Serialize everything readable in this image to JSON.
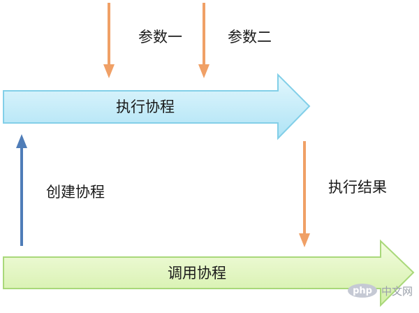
{
  "labels": {
    "param1": "参数一",
    "param2": "参数二",
    "execute_coroutine": "执行协程",
    "create_coroutine": "创建协程",
    "execution_result": "执行结果",
    "call_coroutine": "调用协程"
  },
  "watermark": {
    "logo": "php",
    "site": "中文网"
  },
  "colors": {
    "blue_arrow_light": "#e3f7fd",
    "blue_arrow_dark": "#aee3f5",
    "blue_arrow_stroke": "#82cfe8",
    "green_arrow_light": "#f3fcdf",
    "green_arrow_dark": "#d2efa6",
    "green_arrow_stroke": "#a9d87a",
    "orange_arrow": "#f0a066",
    "create_arrow": "#4f7db8"
  }
}
